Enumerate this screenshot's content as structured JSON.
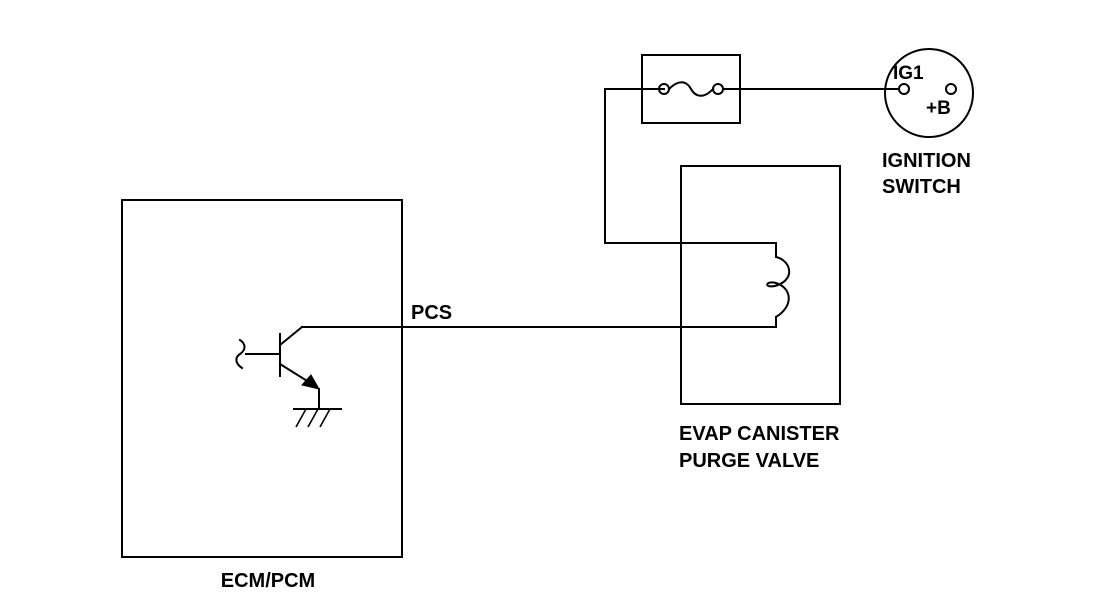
{
  "labels": {
    "ecm": "ECM/PCM",
    "pcs": "PCS",
    "purge_valve_line1": "EVAP CANISTER",
    "purge_valve_line2": "PURGE VALVE",
    "ignition_line1": "IGNITION",
    "ignition_line2": "SWITCH",
    "ig1": "IG1",
    "plus_b": "+B"
  }
}
